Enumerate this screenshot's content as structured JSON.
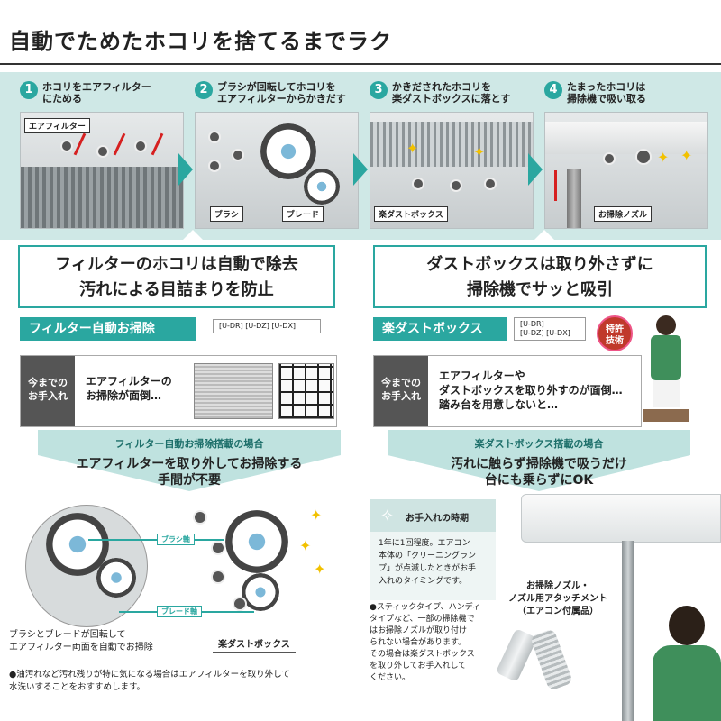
{
  "title": "自動でためたホコリを捨てるまでラク",
  "colors": {
    "accent": "#2aa7a0",
    "band": "#cfe8e6",
    "dark": "#555555",
    "arrow": "#d62020"
  },
  "steps": [
    {
      "num": "1",
      "text": "ホコリをエアフィルター\nにためる",
      "tags": [
        "エアフィルター"
      ]
    },
    {
      "num": "2",
      "text": "ブラシが回転してホコリを\nエアフィルターからかきだす",
      "tags": [
        "ブラシ",
        "ブレード"
      ]
    },
    {
      "num": "3",
      "text": "かきだされたホコリを\n楽ダストボックスに落とす",
      "tags": [
        "楽ダストボックス"
      ]
    },
    {
      "num": "4",
      "text": "たまったホコリは\n掃除機で吸い取る",
      "tags": [
        "お掃除ノズル"
      ]
    }
  ],
  "left": {
    "headline": [
      "フィルターのホコリは自動で除去",
      "汚れによる目詰まりを防止"
    ],
    "feature": "フィルター自動お掃除",
    "models": "[U-DR] [U-DZ] [U-DX]",
    "before_label": "今までの\nお手入れ",
    "before_text": "エアフィルターの\nお掃除が面倒…",
    "band_sub": "フィルター自動お掃除搭載の場合",
    "band_main": "エアフィルターを取り外してお掃除する\n手間が不要",
    "diagram": {
      "brush_axis": "ブラシ軸",
      "blade_axis": "ブレード軸",
      "dustbox": "楽ダストボックス"
    },
    "caption": "ブラシとブレードが回転して\nエアフィルター両面を自動でお掃除",
    "note": "●油汚れなど汚れ残りが特に気になる場合はエアフィルターを取り外して\n水洗いすることをおすすめします。"
  },
  "right": {
    "headline": [
      "ダストボックスは取り外さずに",
      "掃除機でサッと吸引"
    ],
    "feature": "楽ダストボックス",
    "models": "[U-DR]\n[U-DZ] [U-DX]",
    "patent": "特許\n技術",
    "before_label": "今までの\nお手入れ",
    "before_text": "エアフィルターや\nダストボックスを取り外すのが面倒…\n踏み台を用意しないと…",
    "band_sub": "楽ダストボックス搭載の場合",
    "band_main": "汚れに触らず掃除機で吸うだけ\n台にも乗らずにOK",
    "timing_title": "お手入れの時期",
    "timing_body": "1年に1回程度。エアコン\n本体の「クリーニングラン\nプ」が点滅したときがお手\n入れのタイミングです。",
    "bullet_note": "●スティックタイプ、ハンディ\nタイプなど、一部の掃除機で\nはお掃除ノズルが取り付け\nられない場合があります。\nその場合は楽ダストボックス\nを取り外してお手入れして\nください。",
    "nozzle_label": "お掃除ノズル・\nノズル用アタッチメント\n（エアコン付属品）"
  }
}
